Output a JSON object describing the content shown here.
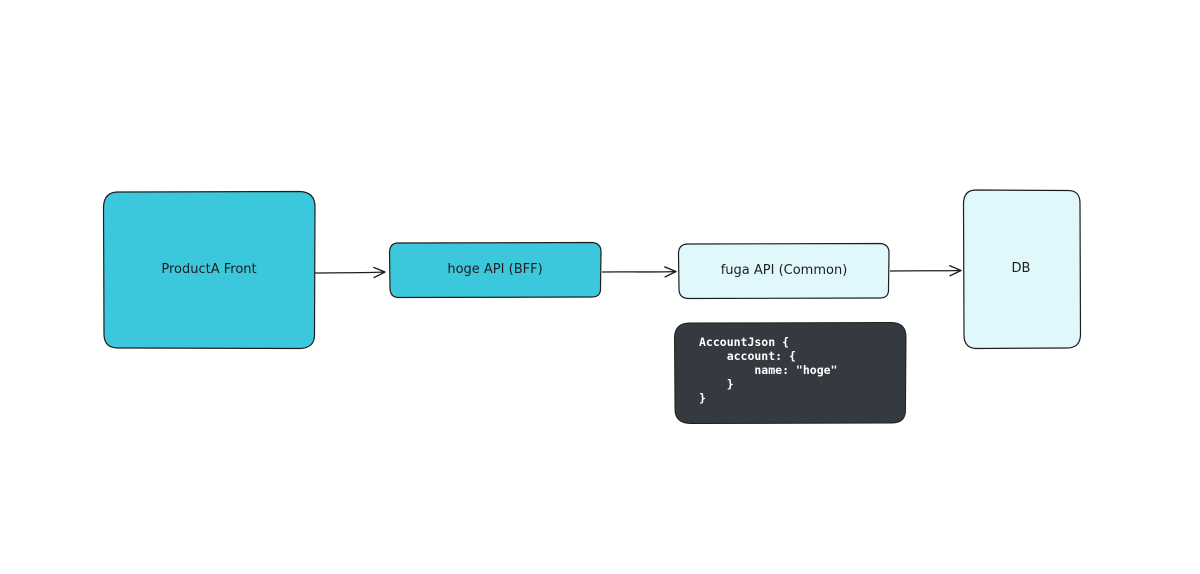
{
  "nodes": {
    "product_front": {
      "label": "ProductA Front"
    },
    "hoge_api": {
      "label": "hoge API (BFF)"
    },
    "fuga_api": {
      "label": "fuga API (Common)"
    },
    "db": {
      "label": "DB"
    }
  },
  "code_note": {
    "lines": [
      "AccountJson {",
      "    account: {",
      "        name: \"hoge\"",
      "    }",
      "}"
    ]
  },
  "colors": {
    "strong_fill": "#3cc8dc",
    "light_fill": "#e0f8fb",
    "stroke": "#1e1e1e",
    "code_bg": "#343a40",
    "code_text": "#ffffff"
  }
}
